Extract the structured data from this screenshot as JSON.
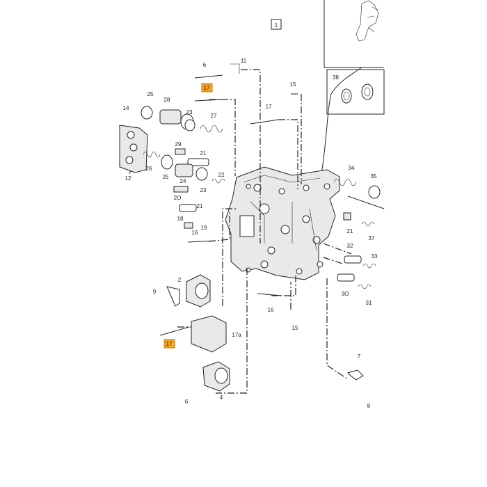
{
  "diagram": {
    "view_tag": "1",
    "inset_part": "38",
    "highlight_color": "#f5a623",
    "labels": {
      "p2": "2",
      "p4": "4",
      "p6a": "6",
      "p6b": "6",
      "p7": "7",
      "p8": "8",
      "p9": "9",
      "p11": "11",
      "p12": "12",
      "p14": "14",
      "p15a": "15",
      "p15b": "15",
      "p16a": "16",
      "p16b": "16",
      "p17a": "17",
      "p17b": "17",
      "p17c": "17",
      "p17d": "17a",
      "p18": "18",
      "p19": "19",
      "p20": "2O",
      "p21a": "21",
      "p21b": "21",
      "p21c": "21",
      "p22": "22",
      "p23a": "23",
      "p23b": "23",
      "p24": "24",
      "p25a": "25",
      "p25b": "25",
      "p26": "26",
      "p27": "27",
      "p28": "28",
      "p29": "29",
      "p30": "3O",
      "p31": "31",
      "p32": "32",
      "p33": "33",
      "p34": "34",
      "p35": "35",
      "p37": "37"
    }
  }
}
